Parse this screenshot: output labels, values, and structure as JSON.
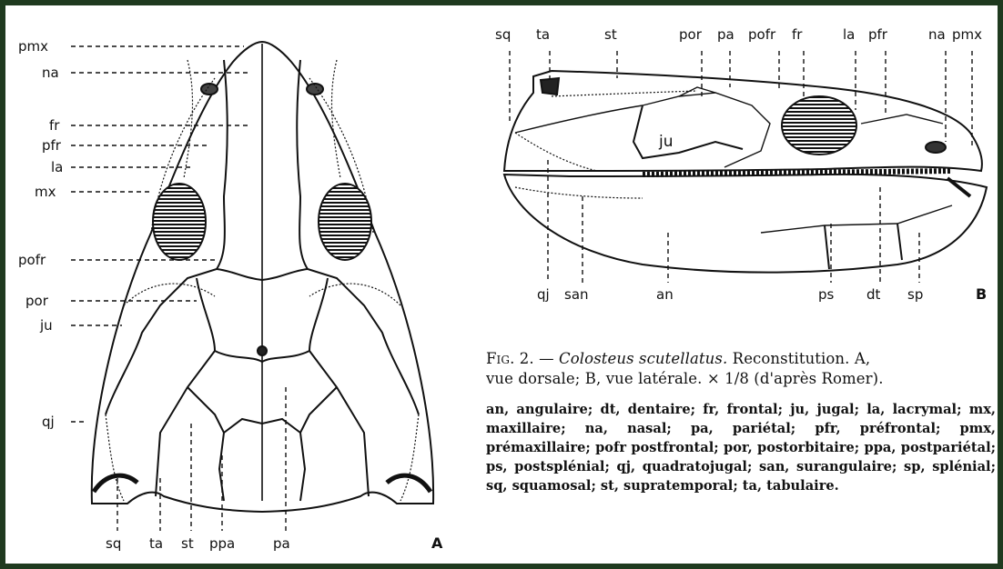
{
  "figure": {
    "caption": {
      "fig_no": "Fig. 2.",
      "dash": "—",
      "species": "Colosteus scutellatus.",
      "text1": "Reconstitution. A,",
      "text2": "vue dorsale; B, vue latérale. × 1/8 (d'après Romer)."
    },
    "legend": "an, angulaire; dt, dentaire; fr, frontal; ju, jugal; la, lacrymal; mx, maxillaire; na, nasal; pa, pariétal; pfr, préfrontal; pmx, prémaxillaire; pofr postfrontal; por, postorbitaire; ppa, postpariétal; ps, postsplénial; qj, quadratojugal; san, surangulaire; sp, splénial; sq, squamosal; st, supratemporal; ta, tabulaire.",
    "panel_a": {
      "letter": "A",
      "left_labels": [
        "pmx",
        "na",
        "fr",
        "pfr",
        "la",
        "mx",
        "pofr",
        "por",
        "ju",
        "qj"
      ],
      "bottom_labels": [
        "sq",
        "ta",
        "st",
        "ppa",
        "pa"
      ]
    },
    "panel_b": {
      "letter": "B",
      "top_labels": [
        "sq",
        "ta",
        "st",
        "por",
        "pa",
        "pofr",
        "fr",
        "la",
        "pfr",
        "na",
        "pmx"
      ],
      "bottom_labels": [
        "qj",
        "san",
        "an",
        "ps",
        "dt",
        "sp"
      ],
      "inner_label": "ju"
    }
  }
}
